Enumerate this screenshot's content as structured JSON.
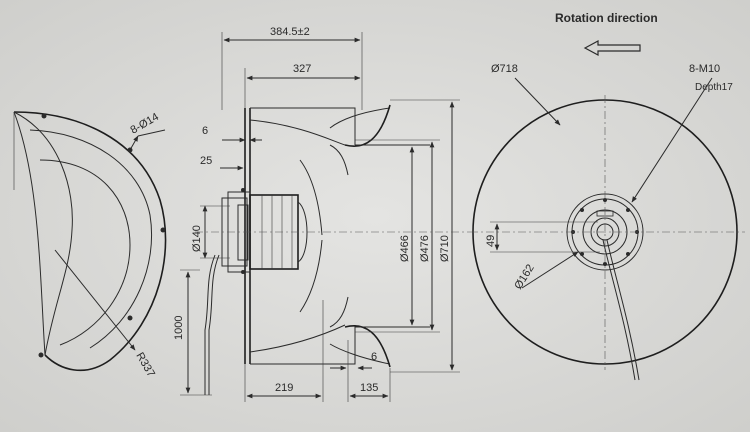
{
  "title": "Rotation direction",
  "dimensions": {
    "overall_length": "384.5±2",
    "impeller_length": "327",
    "offset_6_top": "6",
    "offset_25": "25",
    "motor_dia": "Ø140",
    "cable_length": "1000",
    "inlet_dia_466": "Ø466",
    "inlet_dia_476": "Ø476",
    "outer_dia_710": "Ø710",
    "offset_6_bottom": "6",
    "dim_219": "219",
    "dim_135": "135",
    "holes_side": "8-Ø14",
    "radius": "R337",
    "outer_dia_718": "Ø718",
    "holes_front": "8-M10",
    "holes_depth": "Depth17",
    "dim_49": "49",
    "pcd_162": "Ø162"
  },
  "colors": {
    "paper": "#dcdcda",
    "ink": "#2b2b2b"
  }
}
